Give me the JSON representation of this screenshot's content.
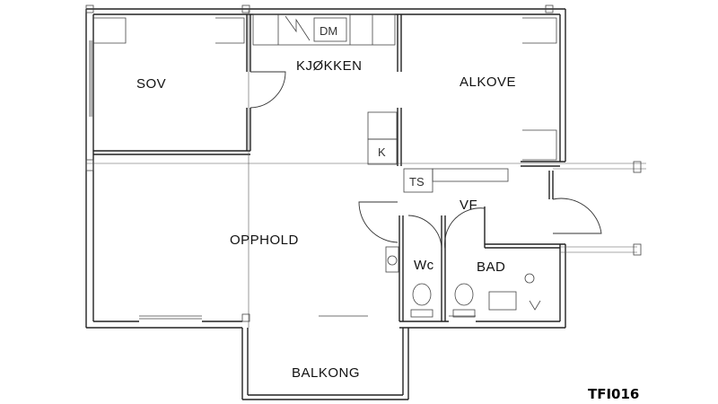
{
  "plan_code": "TFI016",
  "rooms": {
    "sov": "SOV",
    "kjokken": "KJØKKEN",
    "alkove": "ALKOVE",
    "opphold": "OPPHOLD",
    "vf": "VF",
    "wc": "Wc",
    "bad": "BAD",
    "balkong": "BALKONG"
  },
  "fixtures": {
    "dm": "DM",
    "ts": "TS",
    "k": "K"
  }
}
